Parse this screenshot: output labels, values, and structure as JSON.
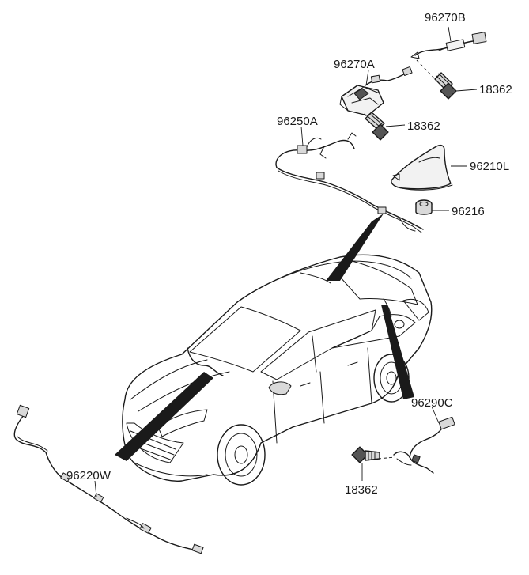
{
  "parts": {
    "antenna_cable_b": "96270B",
    "antenna_module_a": "96270A",
    "bolt_top": "18362",
    "bolt_middle": "18362",
    "roof_harness": "96250A",
    "shark_fin_antenna": "96210L",
    "grommet": "96216",
    "rear_cable": "96290C",
    "bolt_bottom": "18362",
    "front_harness": "96220W"
  }
}
